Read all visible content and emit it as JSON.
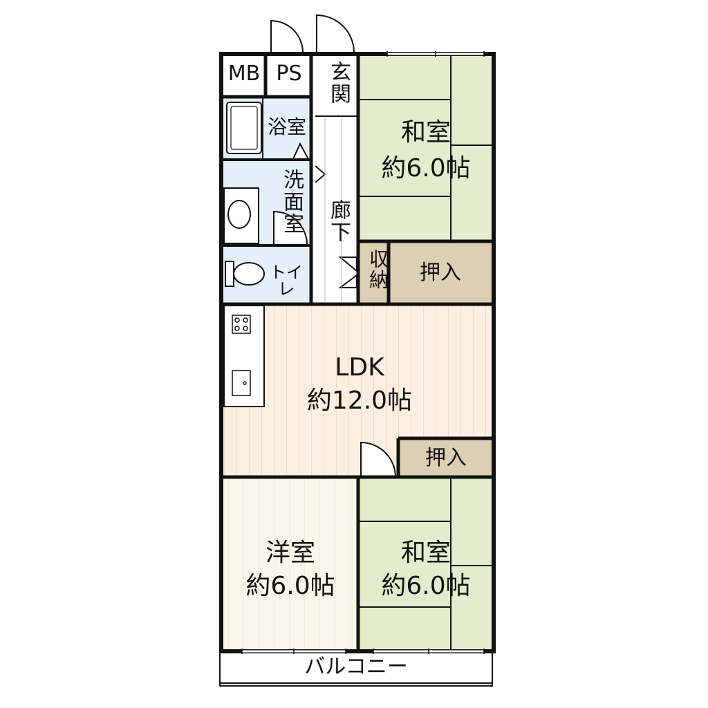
{
  "rooms": {
    "mb": {
      "name": "MB"
    },
    "ps": {
      "name": "PS"
    },
    "genkan": {
      "name": "玄関"
    },
    "bath": {
      "name": "浴室"
    },
    "washroom": {
      "name": "洗面室"
    },
    "toilet": {
      "name": "トイレ"
    },
    "hallway": {
      "name": "廊下"
    },
    "storage": {
      "name": "収納"
    },
    "washitsu_north": {
      "name": "和室",
      "size": "約6.0帖"
    },
    "oshiire_north": {
      "name": "押入"
    },
    "ldk": {
      "name": "LDK",
      "size": "約12.0帖"
    },
    "oshiire_mid": {
      "name": "押入"
    },
    "youshitsu": {
      "name": "洋室",
      "size": "約6.0帖"
    },
    "washitsu_south": {
      "name": "和室",
      "size": "約6.0帖"
    },
    "balcony": {
      "name": "バルコニー"
    }
  },
  "colors": {
    "tatami": "#e2edce",
    "flooring": "#fcefe2",
    "youshitsu_floor": "#fbf6ea",
    "wet_area": "#e4f0fa",
    "closet": "#dccfb3",
    "wall": "#111111",
    "floor_line": "#e8d2bc"
  }
}
